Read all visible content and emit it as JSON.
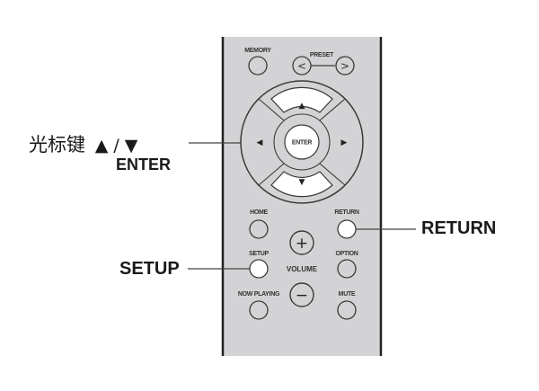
{
  "remote": {
    "buttons": {
      "memory": "MEMORY",
      "preset": "PRESET",
      "preset_prev_glyph": "<",
      "preset_next_glyph": ">",
      "enter": "ENTER",
      "home": "HOME",
      "return": "RETURN",
      "setup": "SETUP",
      "option": "OPTION",
      "now_playing": "NOW PLAYING",
      "mute": "MUTE",
      "volume": "VOLUME",
      "volume_up_glyph": "+",
      "volume_down_glyph": "−"
    },
    "arrows": {
      "up": "▲",
      "down": "▼",
      "left": "◀",
      "right": "▶"
    }
  },
  "callouts": {
    "cursor_keys_cn": "光标键",
    "cursor_keys_symbols": "▲ / ▼",
    "enter": "ENTER",
    "return": "RETURN",
    "setup": "SETUP"
  },
  "colors": {
    "panel": "#d3d3d5",
    "panel_border": "#222222",
    "highlight_button": "#ffffff",
    "outline": "#3a3a3a"
  }
}
